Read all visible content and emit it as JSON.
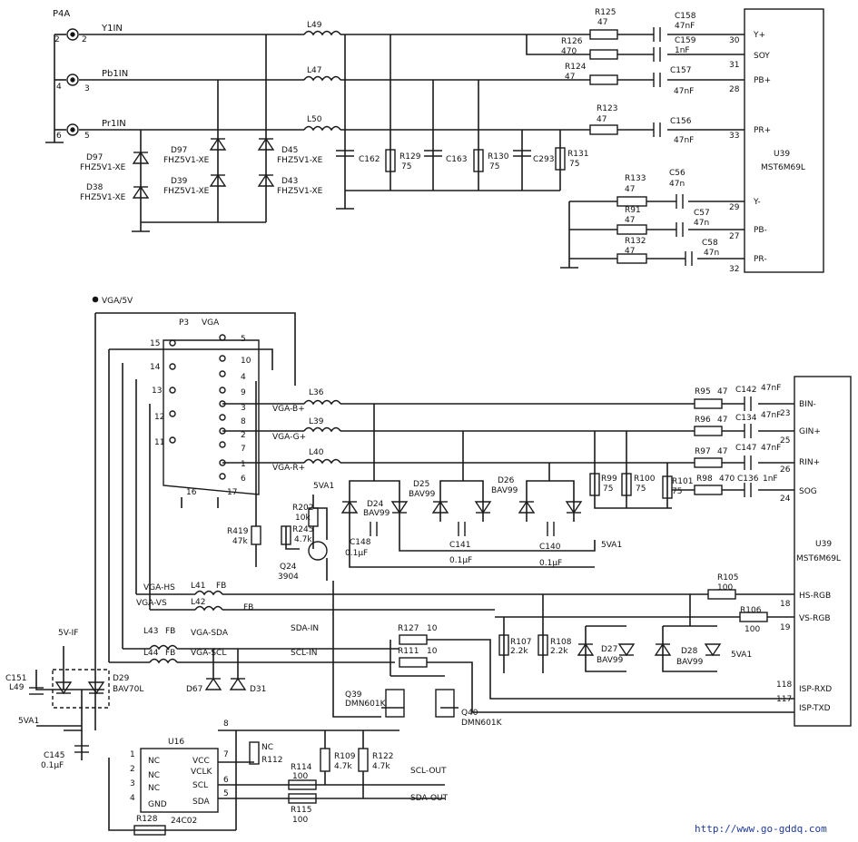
{
  "connectors": {
    "p4a": "P4A",
    "y1in": "Y1IN",
    "pb1in": "Pb1IN",
    "pr1in": "Pr1IN",
    "pin2": "2",
    "pin4": "4",
    "pin3": "3",
    "pin6": "6",
    "pin5": "5"
  },
  "top_parts": [
    "L49",
    "L47",
    "L50",
    "R125",
    "47",
    "C158",
    "47nF",
    "R126",
    "470",
    "C159",
    "1nF",
    "R124",
    "47",
    "C157",
    "47nF",
    "R123",
    "47",
    "C156",
    "47nF",
    "D97",
    "FHZ5V1-XE",
    "D38",
    "FHZ5V1-XE",
    "D97",
    "FHZ5V1-XE",
    "D39",
    "FHZ5V1-XE",
    "D45",
    "FHZ5V1-XE",
    "D43",
    "FHZ5V1-XE",
    "C162",
    "R129",
    "75",
    "C163",
    "R130",
    "75",
    "C293",
    "R131",
    "75",
    "R133",
    "47",
    "C56",
    "47n",
    "R91",
    "47",
    "C57",
    "47n",
    "R132",
    "47",
    "C58",
    "47n"
  ],
  "u39_top": {
    "name": "U39",
    "part": "MST6M69L",
    "pins": [
      {
        "num": "30",
        "label": "Y+"
      },
      {
        "num": "31",
        "label": "SOY"
      },
      {
        "num": "28",
        "label": "PB+"
      },
      {
        "num": "33",
        "label": "PR+"
      },
      {
        "num": "29",
        "label": "Y-"
      },
      {
        "num": "27",
        "label": "PB-"
      },
      {
        "num": "32",
        "label": "PR-"
      }
    ]
  },
  "vga": {
    "supply": "VGA/5V",
    "connector": "P3",
    "connector_type": "VGA",
    "left_pins": [
      "15",
      "14",
      "13",
      "12",
      "11",
      "16"
    ],
    "right_pins": [
      "5",
      "10",
      "4",
      "9",
      "3",
      "8",
      "2",
      "7",
      "1",
      "6",
      "17"
    ],
    "nets": [
      "VGA-B+",
      "VGA-G+",
      "VGA-R+",
      "VGA-HS",
      "VGA-VS",
      "VGA-SDA",
      "VGA-SCL"
    ]
  },
  "bottom_parts": [
    "L36",
    "L39",
    "L40",
    "R95",
    "47",
    "C142",
    "47nF",
    "R96",
    "47",
    "C134",
    "47nF",
    "R97",
    "47",
    "C147",
    "47nF",
    "R98",
    "470",
    "C136",
    "1nF",
    "R99",
    "75",
    "R100",
    "75",
    "R101",
    "75",
    "D24",
    "BAV99",
    "D25",
    "BAV99",
    "D26",
    "BAV99",
    "C148",
    "0.1μF",
    "C141",
    "0.1μF",
    "C140",
    "0.1μF",
    "5VA1",
    "5VA1",
    "R202",
    "10k",
    "R245",
    "4.7k",
    "R419",
    "47k",
    "Q24",
    "3904",
    "L41",
    "FB",
    "L42",
    "FB",
    "L43",
    "FB",
    "L44",
    "FB",
    "D67",
    "D31",
    "SDA-IN",
    "SCL-IN",
    "R127",
    "10",
    "R111",
    "10",
    "R105",
    "100",
    "R106",
    "100",
    "R107",
    "2.2k",
    "R108",
    "2.2k",
    "D27",
    "BAV99",
    "D28",
    "BAV99",
    "5VA1",
    "Q39",
    "DMN601K",
    "Q40",
    "DMN601K",
    "5V-IF",
    "C151",
    "L49",
    "D29",
    "BAV70L",
    "5VA1",
    "C145",
    "0.1μF",
    "U16",
    "24C02",
    "R128",
    "NC",
    "R112",
    "R114",
    "100",
    "R109",
    "4.7k",
    "R122",
    "4.7k",
    "R115",
    "100",
    "SCL-OUT",
    "SDA-OUT"
  ],
  "u16_pins": {
    "left": [
      {
        "num": "1",
        "label": "NC"
      },
      {
        "num": "2",
        "label": "NC"
      },
      {
        "num": "3",
        "label": "NC"
      },
      {
        "num": "4",
        "label": "GND"
      }
    ],
    "right": [
      {
        "num": "8",
        "label": "VCC"
      },
      {
        "num": "7",
        "label": "VCLK"
      },
      {
        "num": "6",
        "label": "SCL"
      },
      {
        "num": "5",
        "label": "SDA"
      }
    ]
  },
  "u39_bottom": {
    "name": "U39",
    "part": "MST6M69L",
    "pins": [
      {
        "num": "23",
        "label": "BIN-"
      },
      {
        "num": "25",
        "label": "GIN+"
      },
      {
        "num": "26",
        "label": "RIN+"
      },
      {
        "num": "24",
        "label": "SOG"
      },
      {
        "num": "18",
        "label": "HS-RGB"
      },
      {
        "num": "19",
        "label": "VS-RGB"
      },
      {
        "num": "118",
        "label": "ISP-RXD"
      },
      {
        "num": "117",
        "label": "ISP-TXD"
      }
    ]
  },
  "watermark": "http://www.go-gddq.com"
}
